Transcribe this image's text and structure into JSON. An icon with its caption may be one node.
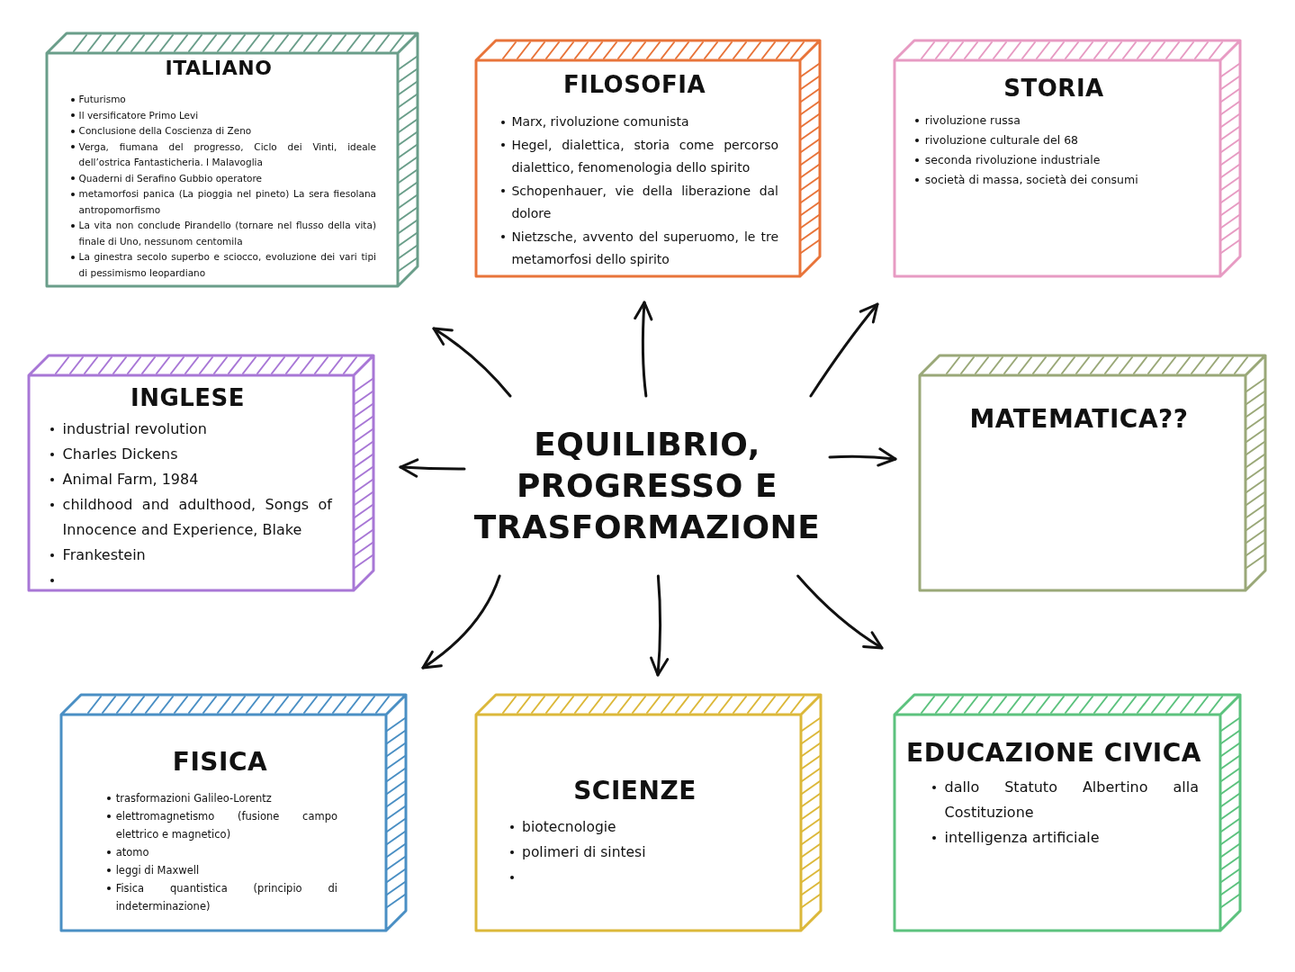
{
  "diagram": {
    "nodes": [
      {
        "text": [
          "EQUILIBRIO, PROGRESSO E TRASFORMAZIONE"
        ]
      },
      {
        "text": [
          "ITALIANO",
          "Futurismo",
          "Il versificatore Primo Levi",
          "Conclusione della Coscienza di Zeno",
          "Verga, fiumana del progresso, Ciclo dei Vinti, ideale dell’ostrica Fantasticheria. I Malavoglia",
          "Quaderni di Serafino Gubbio operatore",
          "metamorfosi panica (La pioggia nel pineto) La sera fiesolana antropomorfismo",
          "La vita non conclude Pirandello (tornare nel flusso della vita) finale di Uno, nessunom centomila",
          "La ginestra secolo superbo e sciocco, evoluzione dei vari tipi di pessimismo leopardiano"
        ]
      },
      {
        "text": [
          "FILOSOFIA",
          "Marx, rivoluzione comunista",
          "Hegel, dialettica, storia come percorso dialettico, fenomenologia dello spirito",
          "Schopenhauer, vie della liberazione dal dolore",
          "Nietzsche, avvento del superuomo, le tre metamorfosi dello spirito"
        ]
      },
      {
        "text": [
          "STORIA",
          "rivoluzione russa",
          "rivoluzione culturale del 68",
          "seconda rivoluzione industriale",
          "società di massa, società dei consumi"
        ]
      },
      {
        "text": [
          "INGLESE",
          "industrial revolution",
          "Charles Dickens",
          "Animal Farm, 1984",
          "childhood and adulthood, Songs of Innocence and Experience, Blake",
          "Frankestein"
        ]
      },
      {
        "text": [
          "MATEMATICA??"
        ]
      },
      {
        "text": [
          "FISICA",
          "trasformazioni Galileo-Lorentz",
          "elettromagnetismo (fusione campo elettrico e magnetico)",
          "atomo",
          "leggi di Maxwell",
          "Fisica quantistica (principio di indeterminazione)"
        ]
      },
      {
        "text": [
          "SCIENZE",
          "biotecnologie",
          "polimeri di sintesi"
        ]
      },
      {
        "text": [
          "EDUCAZIONE CIVICA",
          "dallo Statuto Albertino alla Costituzione",
          "intelligenza artificiale"
        ]
      }
    ],
    "edges": [
      {
        "from": 0,
        "to": 1,
        "arrow": "to"
      },
      {
        "from": 0,
        "to": 2,
        "arrow": "to"
      },
      {
        "from": 0,
        "to": 3,
        "arrow": "to"
      },
      {
        "from": 0,
        "to": 4,
        "arrow": "to"
      },
      {
        "from": 0,
        "to": 5,
        "arrow": "to"
      },
      {
        "from": 0,
        "to": 6,
        "arrow": "to"
      },
      {
        "from": 0,
        "to": 7,
        "arrow": "to"
      },
      {
        "from": 0,
        "to": 8,
        "arrow": "to"
      }
    ]
  }
}
